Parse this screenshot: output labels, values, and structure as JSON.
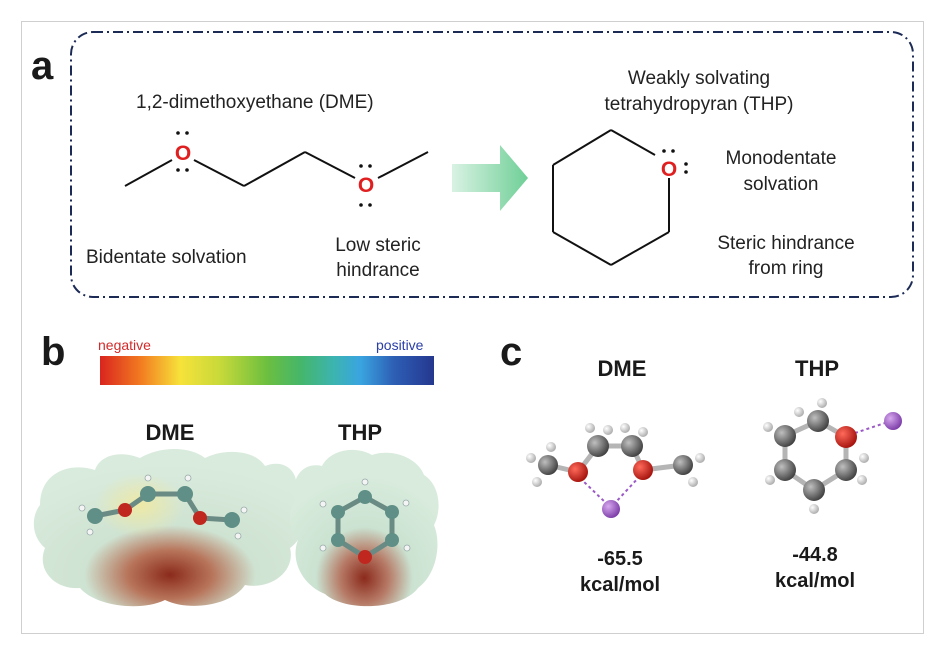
{
  "colors": {
    "oxygen": "#e02020",
    "frame_dash": "#1c2b56",
    "arrow": "#7fd3a0",
    "lithium": "#9b59c6"
  },
  "panel_a": {
    "letter": "a",
    "dme_title": "1,2-dimethoxyethane (DME)",
    "thp_title_line1": "Weakly solvating",
    "thp_title_line2": "tetrahydropyran (THP)",
    "oxygen_symbol": "O",
    "bidentate": "Bidentate solvation",
    "low_steric_line1": "Low steric",
    "low_steric_line2": "hindrance",
    "monodentate_line1": "Monodentate",
    "monodentate_line2": "solvation",
    "steric_ring_line1": "Steric hindrance",
    "steric_ring_line2": "from ring"
  },
  "panel_b": {
    "letter": "b",
    "scale_negative": "negative",
    "scale_positive": "positive",
    "dme_label": "DME",
    "thp_label": "THP"
  },
  "panel_c": {
    "letter": "c",
    "dme_label": "DME",
    "thp_label": "THP",
    "dme_energy": "-65.5",
    "thp_energy": "-44.8",
    "unit": "kcal/mol"
  }
}
